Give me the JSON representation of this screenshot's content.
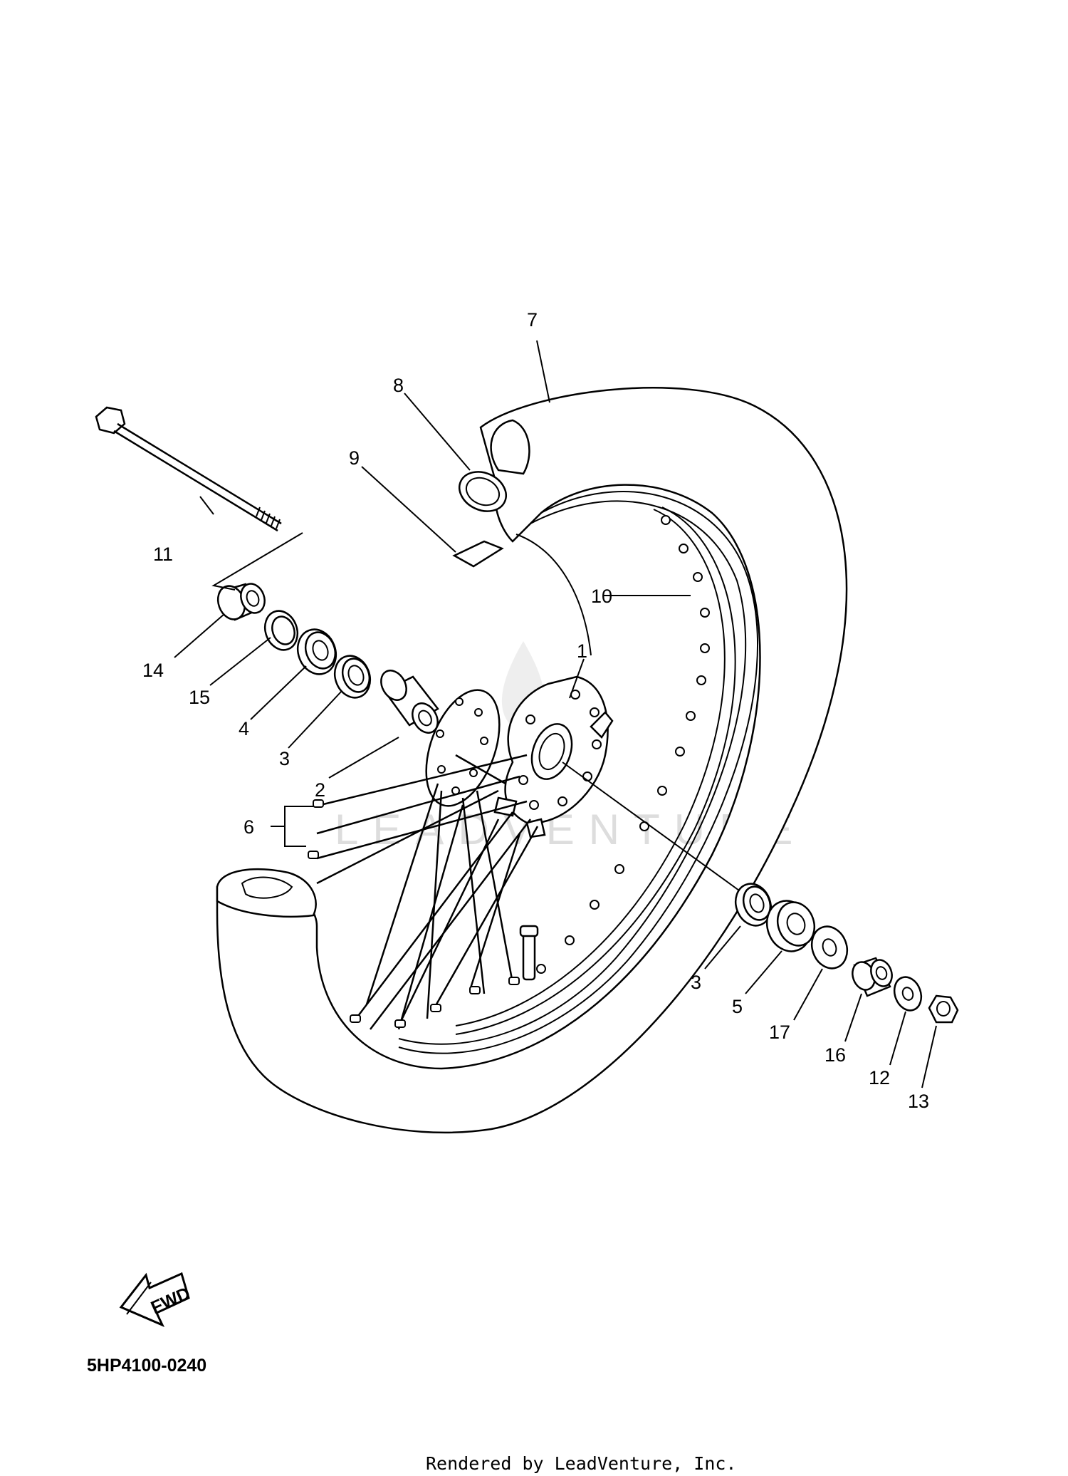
{
  "diagram": {
    "part_labels": [
      "1",
      "2",
      "3",
      "4",
      "5",
      "6",
      "7",
      "8",
      "9",
      "10",
      "11",
      "12",
      "13",
      "14",
      "15",
      "16",
      "17",
      "3"
    ],
    "direction_label": "FWD",
    "diagram_code": "5HP4100-0240",
    "watermark": "LEADVENTURE",
    "footer": "Rendered by LeadVenture, Inc."
  }
}
